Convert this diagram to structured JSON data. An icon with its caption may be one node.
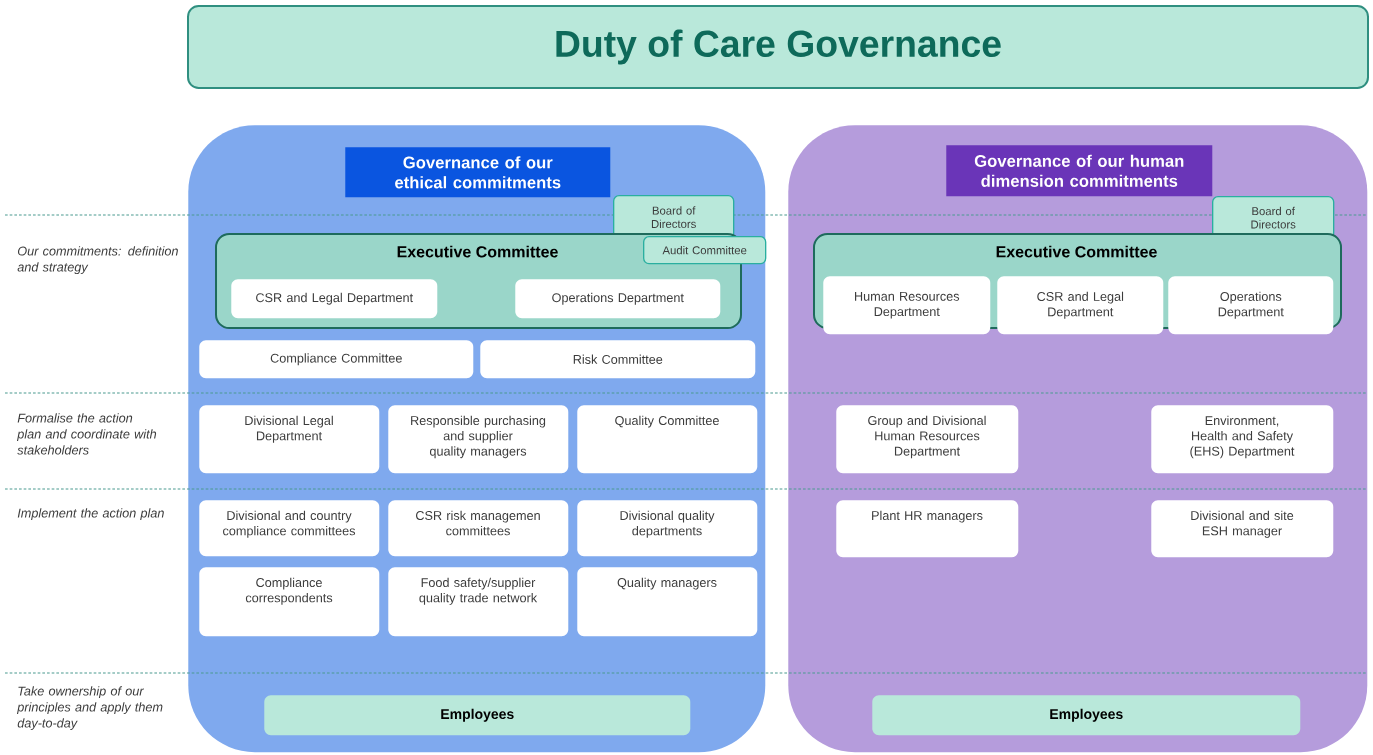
{
  "diagram": {
    "title": "Duty of Care Governance",
    "nodes": [
      {
        "text": [
          "Governance of our ethical commitments"
        ]
      },
      {
        "text": [
          "Board of Directors"
        ],
        "in": 0
      },
      {
        "text": [
          "Executive Committee"
        ],
        "in": 0
      },
      {
        "text": [
          "Audit Committee"
        ],
        "in": 0
      },
      {
        "text": [
          "CSR and Legal Department"
        ],
        "in": 2
      },
      {
        "text": [
          "Operations Department"
        ],
        "in": 2
      },
      {
        "text": [
          "Compliance Committee"
        ],
        "in": 0
      },
      {
        "text": [
          "Risk Committee"
        ],
        "in": 0
      },
      {
        "text": [
          "Divisional Legal Department"
        ],
        "in": 0
      },
      {
        "text": [
          "Responsible purchasing and supplier quality managers"
        ],
        "in": 0
      },
      {
        "text": [
          "Quality Committee"
        ],
        "in": 0
      },
      {
        "text": [
          "Divisional and country compliance committees"
        ],
        "in": 0
      },
      {
        "text": [
          "CSR risk managemen committees"
        ],
        "in": 0
      },
      {
        "text": [
          "Divisional quality departments"
        ],
        "in": 0
      },
      {
        "text": [
          "Compliance correspondents"
        ],
        "in": 0
      },
      {
        "text": [
          "Food safety/supplier quality trade network"
        ],
        "in": 0
      },
      {
        "text": [
          "Quality managers"
        ],
        "in": 0
      },
      {
        "text": [
          "Employees"
        ],
        "in": 0
      },
      {
        "text": [
          "Governance of our human dimension commitments"
        ]
      },
      {
        "text": [
          "Board of Directors"
        ],
        "in": 18
      },
      {
        "text": [
          "Executive Committee"
        ],
        "in": 18
      },
      {
        "text": [
          "Human Resources Department"
        ],
        "in": 18
      },
      {
        "text": [
          "CSR and Legal Department"
        ],
        "in": 18
      },
      {
        "text": [
          "Operations Department"
        ],
        "in": 18
      },
      {
        "text": [
          "Group and Divisional Human Resources Department"
        ],
        "in": 18
      },
      {
        "text": [
          "Environment, Health and Safety (EHS) Department"
        ],
        "in": 18
      },
      {
        "text": [
          "Plant HR managers"
        ],
        "in": 18
      },
      {
        "text": [
          "Divisional and site ESH manager"
        ],
        "in": 18
      },
      {
        "text": [
          "Employees"
        ],
        "in": 18
      }
    ],
    "labels": [
      "Our commitments: definition and strategy",
      "Formalise the action plan and coordinate with stakeholders",
      "Implement the action plan",
      "Take ownership of our principles and apply them day-to-day"
    ]
  }
}
